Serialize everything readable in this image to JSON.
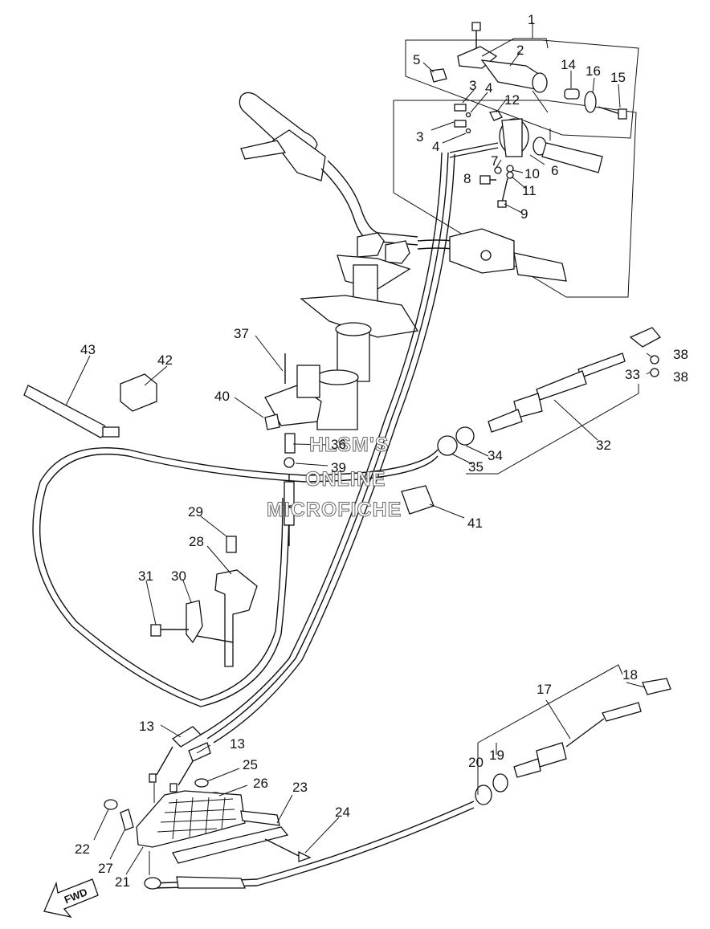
{
  "diagram": {
    "callouts": [
      "1",
      "2",
      "3",
      "3",
      "4",
      "4",
      "5",
      "6",
      "7",
      "8",
      "9",
      "10",
      "11",
      "12",
      "13",
      "13",
      "14",
      "15",
      "16",
      "17",
      "18",
      "19",
      "20",
      "21",
      "22",
      "23",
      "24",
      "25",
      "26",
      "27",
      "28",
      "29",
      "30",
      "31",
      "32",
      "33",
      "34",
      "35",
      "36",
      "37",
      "38",
      "38",
      "39",
      "40",
      "41",
      "42",
      "43"
    ],
    "watermark": [
      "HLSM'S",
      "ONLINE",
      "MICROFICHE"
    ],
    "direction_label": "FWD"
  }
}
